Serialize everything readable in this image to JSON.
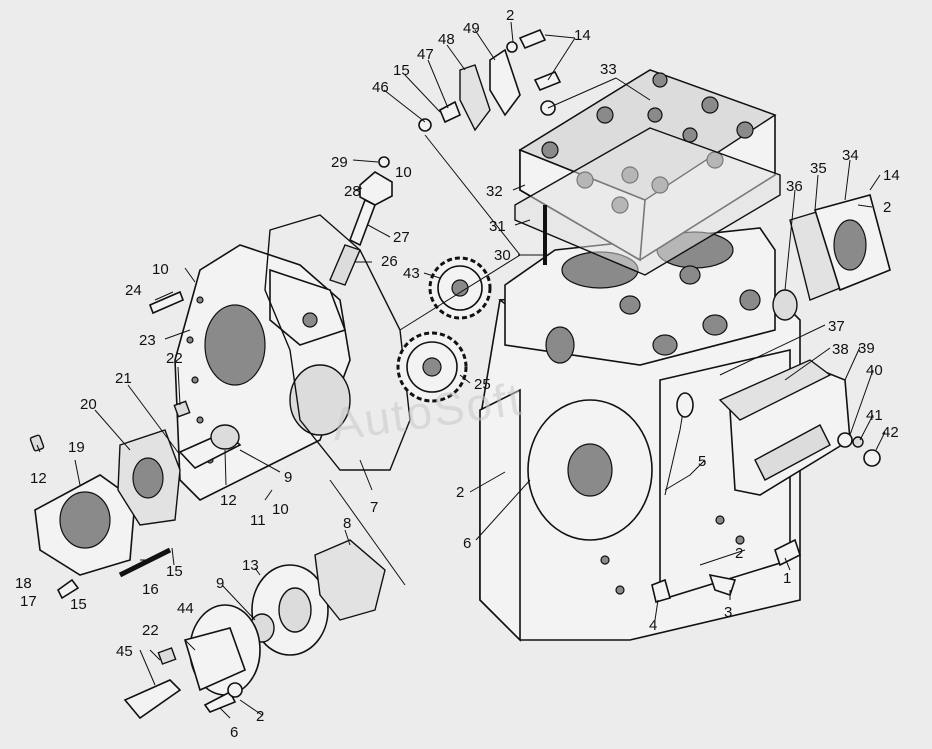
{
  "watermark": "AutoSoft",
  "labels": [
    {
      "id": "l1",
      "text": "1"
    },
    {
      "id": "l2a",
      "text": "2"
    },
    {
      "id": "l2b",
      "text": "2"
    },
    {
      "id": "l2c",
      "text": "2"
    },
    {
      "id": "l2d",
      "text": "2"
    },
    {
      "id": "l2e",
      "text": "2"
    },
    {
      "id": "l3",
      "text": "3"
    },
    {
      "id": "l4",
      "text": "4"
    },
    {
      "id": "l5",
      "text": "5"
    },
    {
      "id": "l6a",
      "text": "6"
    },
    {
      "id": "l6b",
      "text": "6"
    },
    {
      "id": "l7",
      "text": "7"
    },
    {
      "id": "l8",
      "text": "8"
    },
    {
      "id": "l9a",
      "text": "9"
    },
    {
      "id": "l9b",
      "text": "9"
    },
    {
      "id": "l10a",
      "text": "10"
    },
    {
      "id": "l10b",
      "text": "10"
    },
    {
      "id": "l10c",
      "text": "10"
    },
    {
      "id": "l11",
      "text": "11"
    },
    {
      "id": "l12a",
      "text": "12"
    },
    {
      "id": "l12b",
      "text": "12"
    },
    {
      "id": "l13",
      "text": "13"
    },
    {
      "id": "l14a",
      "text": "14"
    },
    {
      "id": "l14b",
      "text": "14"
    },
    {
      "id": "l15a",
      "text": "15"
    },
    {
      "id": "l15b",
      "text": "15"
    },
    {
      "id": "l15c",
      "text": "15"
    },
    {
      "id": "l16",
      "text": "16"
    },
    {
      "id": "l17",
      "text": "17"
    },
    {
      "id": "l18",
      "text": "18"
    },
    {
      "id": "l19",
      "text": "19"
    },
    {
      "id": "l20",
      "text": "20"
    },
    {
      "id": "l21",
      "text": "21"
    },
    {
      "id": "l22a",
      "text": "22"
    },
    {
      "id": "l22b",
      "text": "22"
    },
    {
      "id": "l23",
      "text": "23"
    },
    {
      "id": "l24",
      "text": "24"
    },
    {
      "id": "l25",
      "text": "25"
    },
    {
      "id": "l26",
      "text": "26"
    },
    {
      "id": "l27",
      "text": "27"
    },
    {
      "id": "l28",
      "text": "28"
    },
    {
      "id": "l29",
      "text": "29"
    },
    {
      "id": "l30",
      "text": "30"
    },
    {
      "id": "l31",
      "text": "31"
    },
    {
      "id": "l32",
      "text": "32"
    },
    {
      "id": "l33",
      "text": "33"
    },
    {
      "id": "l34",
      "text": "34"
    },
    {
      "id": "l35",
      "text": "35"
    },
    {
      "id": "l36",
      "text": "36"
    },
    {
      "id": "l37",
      "text": "37"
    },
    {
      "id": "l38",
      "text": "38"
    },
    {
      "id": "l39",
      "text": "39"
    },
    {
      "id": "l40",
      "text": "40"
    },
    {
      "id": "l41",
      "text": "41"
    },
    {
      "id": "l42",
      "text": "42"
    },
    {
      "id": "l43",
      "text": "43"
    },
    {
      "id": "l44",
      "text": "44"
    },
    {
      "id": "l45",
      "text": "45"
    },
    {
      "id": "l46",
      "text": "46"
    },
    {
      "id": "l47",
      "text": "47"
    },
    {
      "id": "l48",
      "text": "48"
    },
    {
      "id": "l49",
      "text": "49"
    }
  ]
}
